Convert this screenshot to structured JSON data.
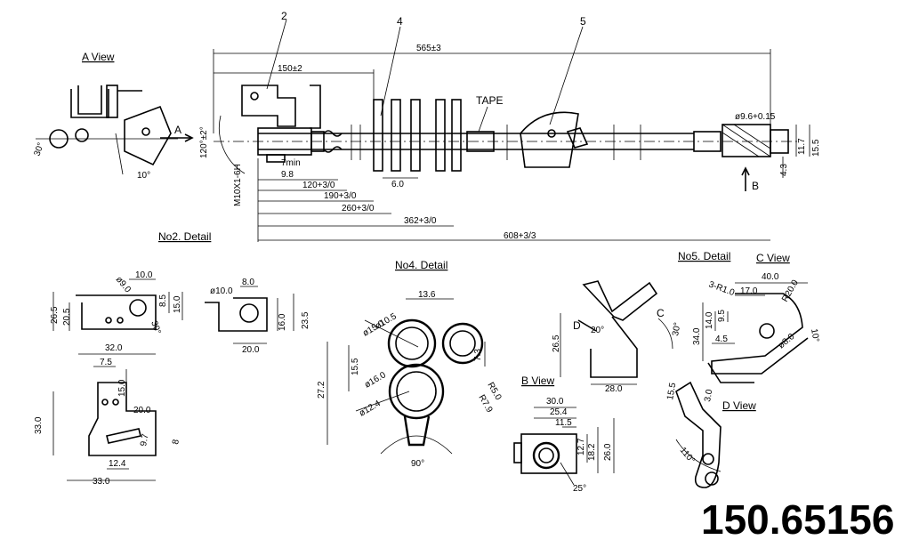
{
  "part_number": "150.65156",
  "views": {
    "a_view": "A View",
    "b_view": "B View",
    "c_view": "C View",
    "d_view": "D View",
    "no2_detail": "No2. Detail",
    "no4_detail": "No4. Detail",
    "no5_detail": "No5. Detail"
  },
  "callouts": {
    "item2": "2",
    "item4": "4",
    "item5": "5",
    "tape": "TAPE",
    "arrow_a": "A",
    "arrow_b": "B",
    "arrow_c": "C",
    "arrow_d": "D"
  },
  "main_dims": {
    "overall": "565±3",
    "d150": "150±2",
    "angle120": "120°±2°",
    "thread": "M10X1-6H",
    "min7": "7min",
    "d9_8": "9.8",
    "d120": "120+3/0",
    "d6": "6.0",
    "d190": "190+3/0",
    "d260": "260+3/0",
    "d362": "362+3/0",
    "d608": "608+3/3",
    "dia9_6": "ø9.6+0.15",
    "d11_7": "11.7",
    "d15_5": "15.5",
    "d4_3": "4.3"
  },
  "a_view_dims": {
    "a30": "30°",
    "a10": "10°"
  },
  "no2_dims": {
    "d10": "10.0",
    "dia9": "ø9.0",
    "d8_5": "8.5",
    "d15": "15.0",
    "d26_5": "26.5",
    "d20_5": "20.5",
    "a30": "30°",
    "d32": "32.0",
    "d7_5": "7.5",
    "d15b": "15.0",
    "d20": "20.0",
    "d33": "33.0",
    "d9_7": "9.7",
    "d8b": "8",
    "d12_4": "12.4",
    "d33b": "33.0",
    "dia10": "ø10.0",
    "d8": "8.0",
    "d16": "16.0",
    "d23_5": "23.5",
    "d20b": "20.0"
  },
  "no4_dims": {
    "d13_6": "13.6",
    "dia10_5": "ø10.5",
    "dia15": "ø15.0",
    "d7_3": "7.3",
    "d15_5": "15.5",
    "d27_2": "27.2",
    "dia16": "ø16.0",
    "r5": "R5.0",
    "r7_9": "R7.9",
    "dia12_4": "ø12.4",
    "a90": "90°"
  },
  "b_view_dims": {
    "d30": "30.0",
    "d25_4": "25.4",
    "d11_5": "11.5",
    "d12_7": "12.7",
    "d18_2": "18.2",
    "d26": "26.0",
    "a25": "25°"
  },
  "no5_dims": {
    "d26_5": "26.5",
    "a20": "20°",
    "a30": "30°",
    "d28": "28.0"
  },
  "c_view_dims": {
    "d40": "40.0",
    "r1": "3-R1.0",
    "d17": "17.0",
    "r20": "R20.0",
    "d14": "14.0",
    "d9_5": "9.5",
    "d34": "34.0",
    "d4_5": "4.5",
    "dia8": "ø8.0",
    "a10": "10°"
  },
  "d_view_dims": {
    "d15_5": "15.5",
    "d3": "3.0",
    "a110": "110°"
  }
}
